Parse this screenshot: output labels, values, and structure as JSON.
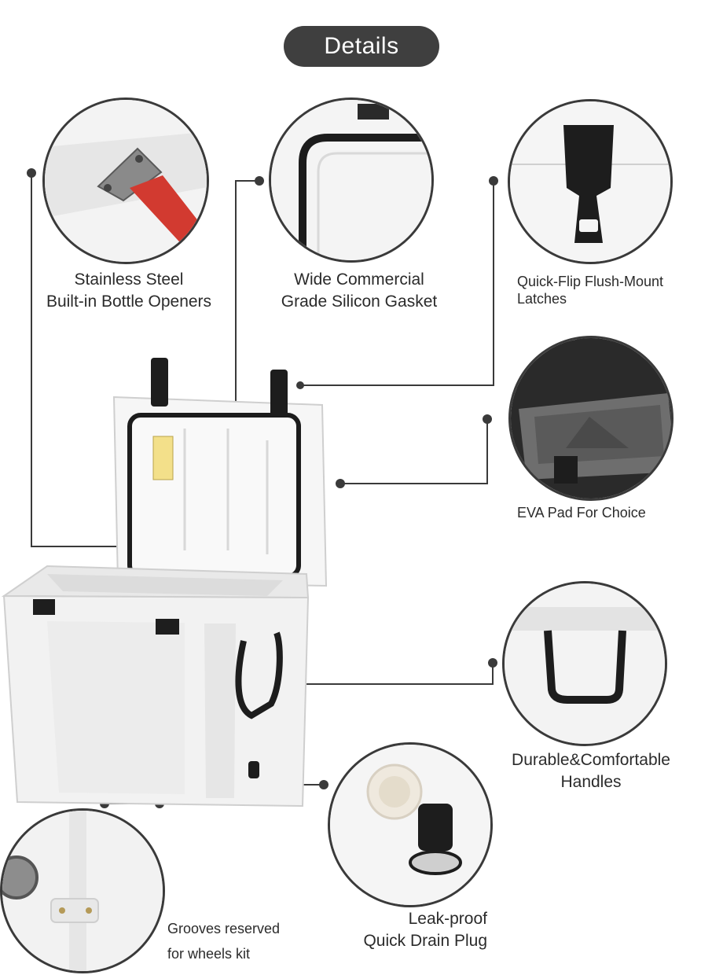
{
  "header": {
    "title": "Details"
  },
  "features": [
    {
      "line1": "Stainless Steel",
      "line2": "Built-in Bottle Openers"
    },
    {
      "line1": "Wide Commercial",
      "line2": "Grade Silicon Gasket"
    },
    {
      "line1": "Quick-Flip Flush-Mount",
      "line2": "Latches"
    },
    {
      "line1": "EVA Pad For Choice"
    },
    {
      "line1": "Durable&Comfortable",
      "line2": "Handles"
    },
    {
      "line1": "Leak-proof",
      "line2": "Quick Drain Plug"
    },
    {
      "line1": "Grooves reserved",
      "line2": "for wheels kit"
    }
  ],
  "colors": {
    "pill": "#3f3f3f",
    "line": "#3a3a3a",
    "cooler": "#f2f2f2",
    "opener_handle": "#d23a30"
  }
}
